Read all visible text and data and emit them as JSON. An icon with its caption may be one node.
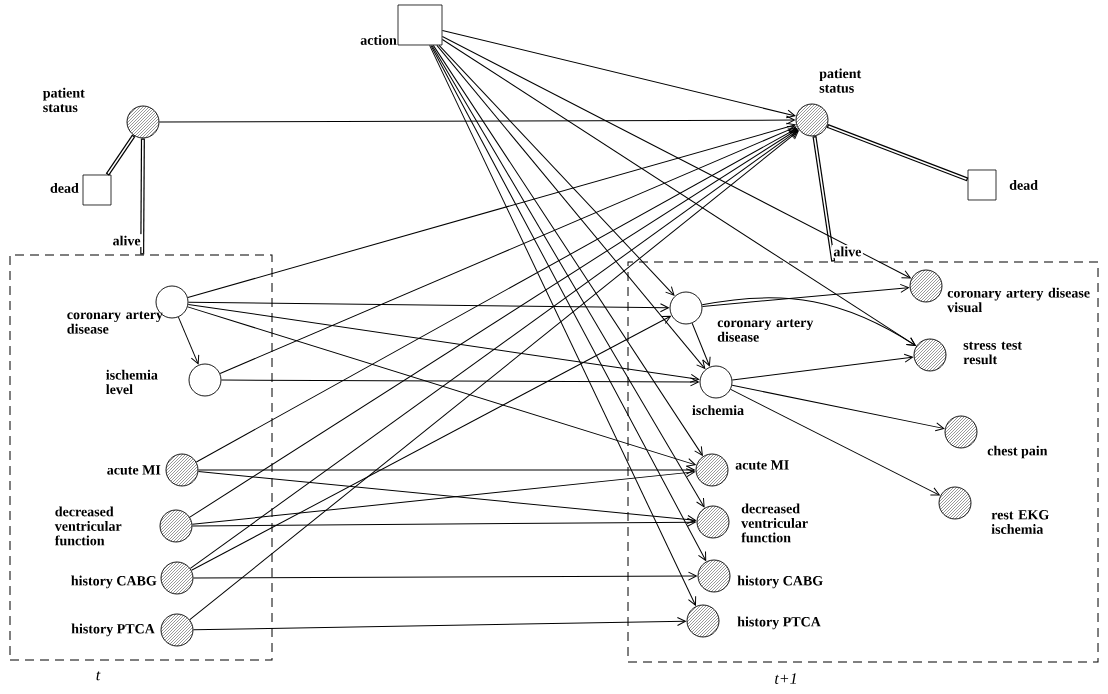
{
  "diagram": {
    "nodes": [
      {
        "text": [
          "action"
        ]
      },
      {
        "text": [
          "patient status"
        ]
      },
      {
        "text": [
          "dead"
        ]
      },
      {
        "text": [
          "t"
        ]
      },
      {
        "text": [
          "coronary artery disease"
        ],
        "in": 3
      },
      {
        "text": [
          "ischemia level"
        ],
        "in": 3
      },
      {
        "text": [
          "acute MI"
        ],
        "in": 3
      },
      {
        "text": [
          "decreased ventricular function"
        ],
        "in": 3
      },
      {
        "text": [
          "history CABG"
        ],
        "in": 3
      },
      {
        "text": [
          "history PTCA"
        ],
        "in": 3
      },
      {
        "text": [
          "patient status"
        ]
      },
      {
        "text": [
          "dead"
        ]
      },
      {
        "text": [
          "t+1"
        ]
      },
      {
        "text": [
          "coronary artery disease"
        ],
        "in": 12
      },
      {
        "text": [
          "ischemia"
        ],
        "in": 12
      },
      {
        "text": [
          "acute MI"
        ],
        "in": 12
      },
      {
        "text": [
          "decreased ventricular function"
        ],
        "in": 12
      },
      {
        "text": [
          "history CABG"
        ],
        "in": 12
      },
      {
        "text": [
          "history PTCA"
        ],
        "in": 12
      },
      {
        "text": [
          "coronary artery disease visual"
        ],
        "in": 12
      },
      {
        "text": [
          "stress test result"
        ],
        "in": 12
      },
      {
        "text": [
          "chest pain"
        ],
        "in": 12
      },
      {
        "text": [
          "rest EKG ischemia"
        ],
        "in": 12
      }
    ],
    "edges": [
      {
        "from": 1,
        "to": 2,
        "arrow": "other",
        "style": "thick"
      },
      {
        "from": 1,
        "to": 3,
        "arrow": "other",
        "style": "thick",
        "label": "alive"
      },
      {
        "from": 1,
        "to": 10,
        "arrow": "to"
      },
      {
        "from": 10,
        "to": 11,
        "arrow": "other",
        "style": "thick"
      },
      {
        "from": 10,
        "to": 12,
        "arrow": "other",
        "style": "thick",
        "label": "alive"
      },
      {
        "from": 0,
        "to": 10,
        "arrow": "to"
      },
      {
        "from": 0,
        "to": 19,
        "arrow": "to"
      },
      {
        "from": 0,
        "to": 20,
        "arrow": "to"
      },
      {
        "from": 0,
        "to": 13,
        "arrow": "to"
      },
      {
        "from": 0,
        "to": 14,
        "arrow": "to"
      },
      {
        "from": 0,
        "to": 15,
        "arrow": "to"
      },
      {
        "from": 0,
        "to": 16,
        "arrow": "to"
      },
      {
        "from": 0,
        "to": 17,
        "arrow": "to"
      },
      {
        "from": 0,
        "to": 18,
        "arrow": "to"
      },
      {
        "from": 4,
        "to": 5,
        "arrow": "to"
      },
      {
        "from": 4,
        "to": 10,
        "arrow": "to"
      },
      {
        "from": 4,
        "to": 13,
        "arrow": "to"
      },
      {
        "from": 4,
        "to": 14,
        "arrow": "to"
      },
      {
        "from": 4,
        "to": 15,
        "arrow": "to"
      },
      {
        "from": 5,
        "to": 10,
        "arrow": "to"
      },
      {
        "from": 5,
        "to": 14,
        "arrow": "to"
      },
      {
        "from": 6,
        "to": 10,
        "arrow": "to"
      },
      {
        "from": 6,
        "to": 15,
        "arrow": "to"
      },
      {
        "from": 6,
        "to": 16,
        "arrow": "to"
      },
      {
        "from": 7,
        "to": 10,
        "arrow": "to"
      },
      {
        "from": 7,
        "to": 15,
        "arrow": "to"
      },
      {
        "from": 7,
        "to": 16,
        "arrow": "to"
      },
      {
        "from": 8,
        "to": 10,
        "arrow": "to"
      },
      {
        "from": 8,
        "to": 13,
        "arrow": "to"
      },
      {
        "from": 8,
        "to": 17,
        "arrow": "to"
      },
      {
        "from": 9,
        "to": 10,
        "arrow": "to"
      },
      {
        "from": 9,
        "to": 18,
        "arrow": "to"
      },
      {
        "from": 13,
        "to": 14,
        "arrow": "to"
      },
      {
        "from": 13,
        "to": 19,
        "arrow": "to"
      },
      {
        "from": 13,
        "to": 20,
        "arrow": "to"
      },
      {
        "from": 14,
        "to": 20,
        "arrow": "to"
      },
      {
        "from": 14,
        "to": 21,
        "arrow": "to"
      },
      {
        "from": 14,
        "to": 22,
        "arrow": "to"
      }
    ]
  }
}
